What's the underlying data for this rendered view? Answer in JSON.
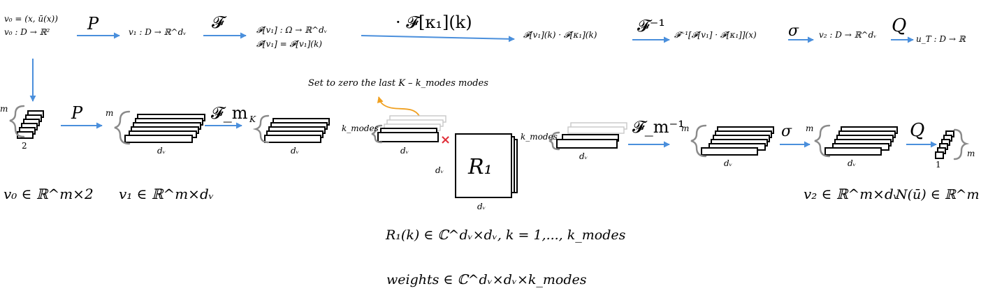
{
  "top_row": {
    "v0_line1": "v₀ = (x, ū(x))",
    "v0_line2": "v₀ : D → ℝ²",
    "op_P": "P",
    "v1_def": "v₁ : D → ℝ^dᵥ",
    "op_F": "𝓕",
    "Fv1_line1": "𝓕[v₁] : Ω → ℝ^dᵥ",
    "Fv1_line2": "𝓕[v₁] =  𝓕[v₁](k)",
    "op_mult": "· 𝓕[κ₁](k)",
    "product": "𝓕[v₁](k) · 𝓕[κ₁](k)",
    "op_Finv": "𝓕⁻¹",
    "inverse": "𝓕⁻¹[𝓕[v₁] · 𝓕[κ₁]](x)",
    "op_sigma": "σ",
    "v2_def": "v₂ : D → ℝ^dᵥ",
    "op_Q": "Q",
    "uT_def": "u_T : D → ℝ"
  },
  "bottom_row": {
    "m1": "m",
    "two": "2",
    "op_P": "P",
    "m2": "m",
    "dv1": "dᵥ",
    "op_Fm": "𝓕_m",
    "K": "K",
    "dv2": "dᵥ",
    "annotation": "Set to zero the last K – k_modes modes",
    "kmodes1": "k_modes",
    "dv3": "dᵥ",
    "cross": "×",
    "R1_label": "R₁",
    "R1_side": "dᵥ",
    "R1_bottom": "dᵥ",
    "kmodes2": "k_modes",
    "dv4": "dᵥ",
    "op_Fminv": "𝓕_m⁻¹",
    "m3": "m",
    "dv5": "dᵥ",
    "op_sigma": "σ",
    "m4": "m",
    "dv6": "dᵥ",
    "op_Q": "Q",
    "one": "1",
    "m5": "m"
  },
  "captions": {
    "v0_space": "v₀ ∈ ℝ^m×2",
    "v1_space": "v₁ ∈ ℝ^m×dᵥ",
    "v2_space": "v₂ ∈ ℝ^m×dᵥ",
    "N_space": "N(ū) ∈ ℝ^m",
    "R1_space": "R₁(k) ∈ ℂ^dᵥ×dᵥ,  k = 1,..., k_modes",
    "weights_space": "weights  ∈ ℂ^dᵥ×dᵥ×k_modes"
  },
  "colors": {
    "arrow": "#4a8fdc",
    "annotation_arrow": "#f0a020",
    "cross": "#e0303a",
    "brace": "#8a8a8a",
    "ghost_layer": "#c8c8c8"
  }
}
